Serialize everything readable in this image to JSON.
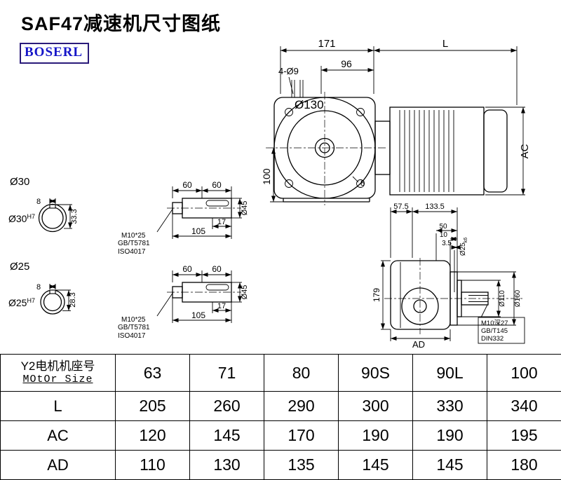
{
  "page": {
    "title": "SAF47减速机尺寸图纸",
    "brand": "BOSERL"
  },
  "colors": {
    "line": "#000000",
    "brand_text": "#1515c8",
    "brand_border": "#2a1a7a",
    "background": "#ffffff"
  },
  "front_view": {
    "dim_width": "171",
    "dim_length": "L",
    "dim_96": "96",
    "holes_label": "4-Ø9",
    "flange_dia": "Ø130",
    "dim_height": "100",
    "dim_ac": "AC",
    "key_width": "8"
  },
  "bore_sections": [
    {
      "dia_label": "Ø30",
      "bore_label": "Ø30",
      "bore_tol": "H7",
      "key_width": "8",
      "key_height": "33.3"
    },
    {
      "dia_label": "Ø25",
      "bore_label": "Ø25",
      "bore_tol": "H7",
      "key_width": "8",
      "key_height": "28.3"
    }
  ],
  "shaft_details": [
    {
      "seg1": "60",
      "seg2": "60",
      "key_len": "17",
      "total_len": "105",
      "dia": "Ø45",
      "bolt": "M10*25",
      "std1": "GB/T5781",
      "std2": "ISO4017"
    },
    {
      "seg1": "60",
      "seg2": "60",
      "key_len": "17",
      "total_len": "105",
      "dia": "Ø45",
      "bolt": "M10*25",
      "std1": "GB/T5781",
      "std2": "ISO4017"
    }
  ],
  "side_view": {
    "dim_575": "57.5",
    "dim_1335": "133.5",
    "dim_50": "50",
    "dim_10": "10",
    "dim_35": "3.5",
    "shaft_dia": "Ø25",
    "shaft_tol": "k6",
    "dia_110": "Ø110",
    "dia_160": "Ø160",
    "dim_height": "179",
    "dim_ad": "AD",
    "tap_note1": "M10深27",
    "tap_note2": "GB/T145",
    "tap_note3": "DIN332"
  },
  "table": {
    "header": {
      "line1": "Y2电机机座号",
      "line2": "MOtOr Size"
    },
    "motor_sizes": [
      "63",
      "71",
      "80",
      "90S",
      "90L",
      "100"
    ],
    "rows": [
      {
        "label": "L",
        "values": [
          "205",
          "260",
          "290",
          "300",
          "330",
          "340"
        ]
      },
      {
        "label": "AC",
        "values": [
          "120",
          "145",
          "170",
          "190",
          "190",
          "195"
        ]
      },
      {
        "label": "AD",
        "values": [
          "110",
          "130",
          "135",
          "145",
          "145",
          "180"
        ]
      }
    ]
  }
}
